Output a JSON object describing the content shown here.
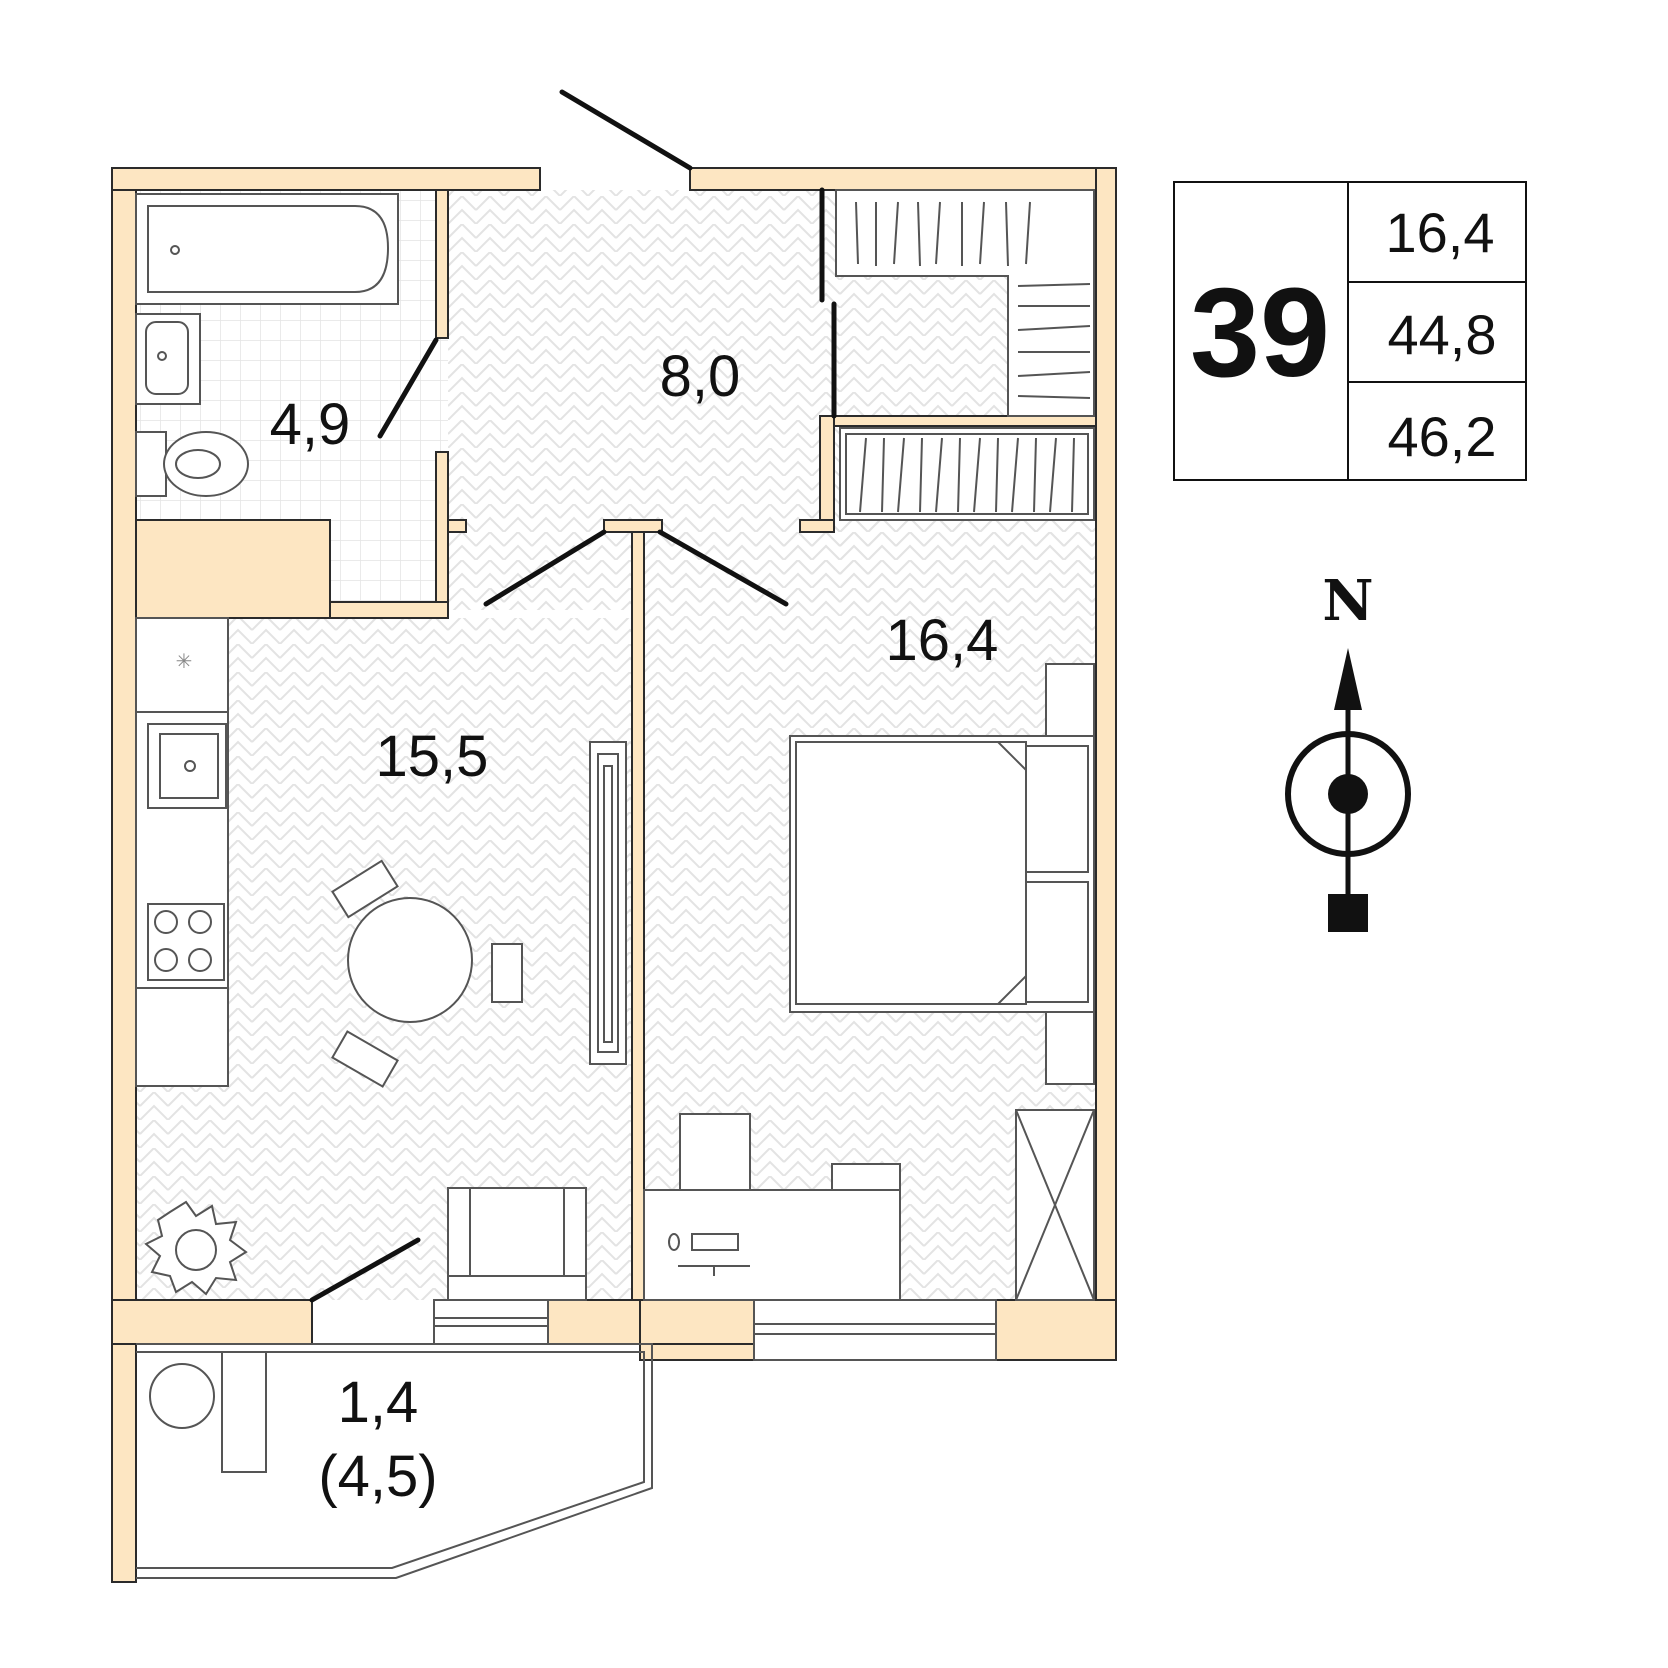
{
  "apartment": {
    "number": "39",
    "areas": {
      "living": "16,4",
      "total_no_balcony": "44,8",
      "total": "46,2"
    }
  },
  "rooms": {
    "bathroom": "4,9",
    "hallway": "8,0",
    "kitchen_living": "15,5",
    "bedroom": "16,4",
    "balcony": "1,4",
    "balcony_full": "(4,5)"
  },
  "compass": {
    "north_label": "N"
  },
  "colors": {
    "wall_fill": "#fde6c2",
    "wall_stroke": "#2b2b2b",
    "floor_pattern": "#e3e3e3",
    "ink": "#111111"
  }
}
